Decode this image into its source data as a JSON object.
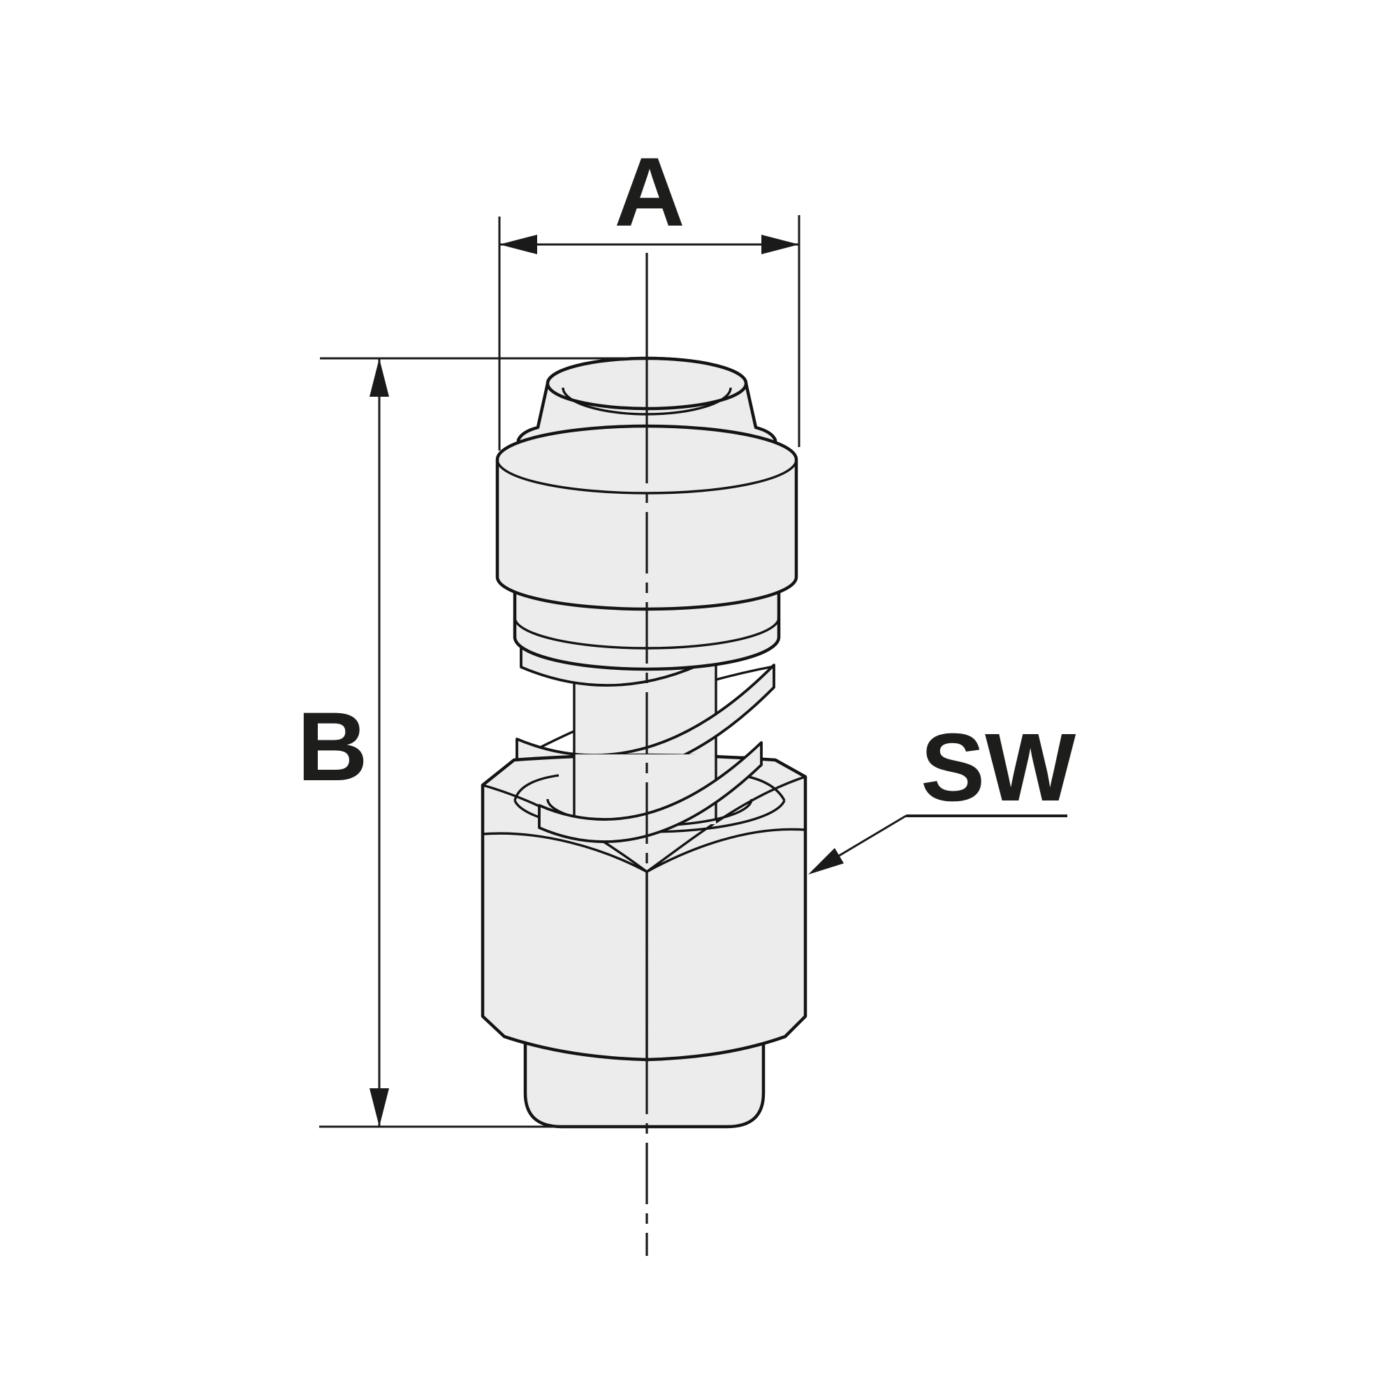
{
  "figure": {
    "kind": "technical-drawing",
    "labels": {
      "width_dim": "A",
      "height_dim": "B",
      "wrench_size": "SW"
    }
  },
  "colors": {
    "background": "#ffffff",
    "part_fill": "#ececec",
    "line": "#141414",
    "text": "#1d1d1b"
  }
}
